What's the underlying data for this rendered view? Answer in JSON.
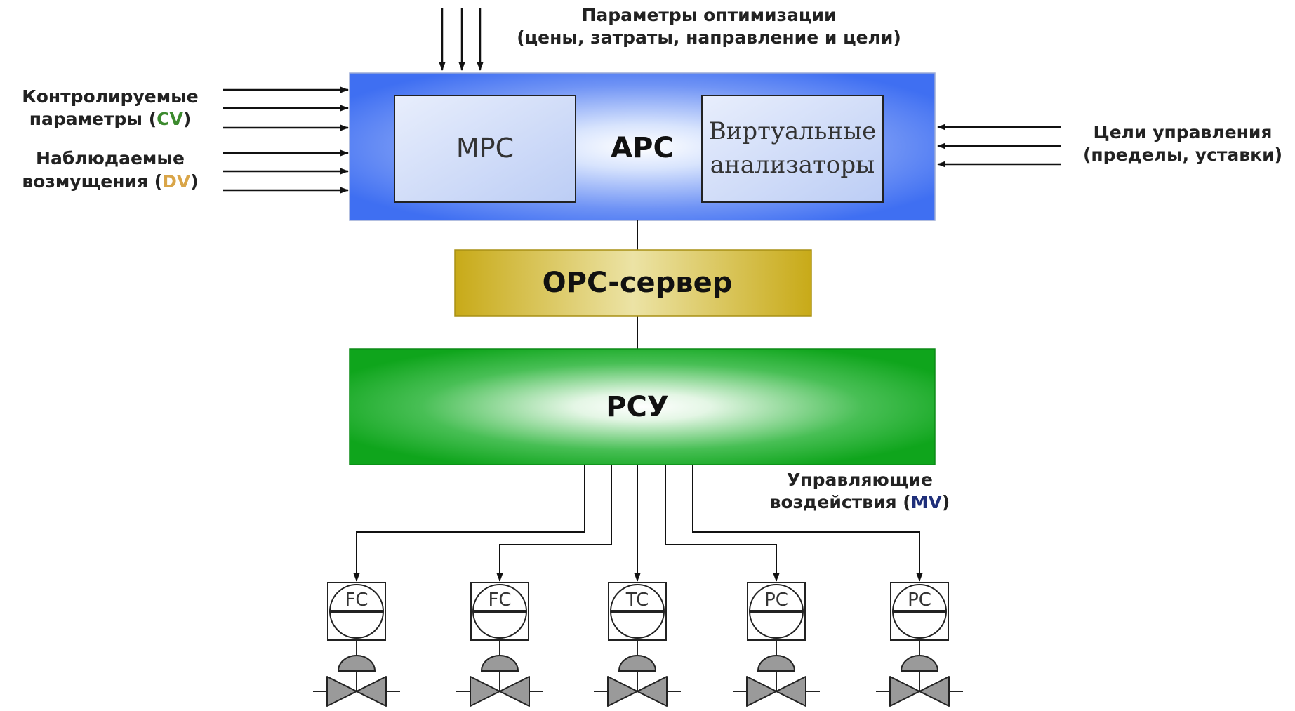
{
  "diagram": {
    "optimization": {
      "line1": "Параметры оптимизации",
      "line2": "(цены, затраты, направление и цели)"
    },
    "cv": {
      "line1": "Контролируемые",
      "line2_prefix": "параметры (",
      "code": "CV",
      "suffix": ")",
      "code_color": "#3c8a2e"
    },
    "dv": {
      "line1": "Наблюдаемые",
      "line2_prefix": "возмущения (",
      "code": "DV",
      "suffix": ")",
      "code_color": "#d9a548"
    },
    "targets": {
      "line1": "Цели управления",
      "line2": "(пределы, уставки)"
    },
    "apc": {
      "title": "APC",
      "mpc_label": "MPC",
      "virtual_line1": "Виртуальные",
      "virtual_line2": "анализаторы",
      "fill_color": "#3f6ff2"
    },
    "opc": {
      "label": "OPC-сервер",
      "fill_color": "#c4a819"
    },
    "dcs": {
      "label": "РСУ",
      "fill_color": "#0fa51c"
    },
    "mv": {
      "line1": "Управляющие",
      "line2_prefix": "воздействия (",
      "code": "MV",
      "suffix": ")",
      "code_color": "#1f2f7a"
    },
    "controllers": [
      {
        "tag": "FC"
      },
      {
        "tag": "FC"
      },
      {
        "tag": "TC"
      },
      {
        "tag": "PC"
      },
      {
        "tag": "PC"
      }
    ]
  }
}
